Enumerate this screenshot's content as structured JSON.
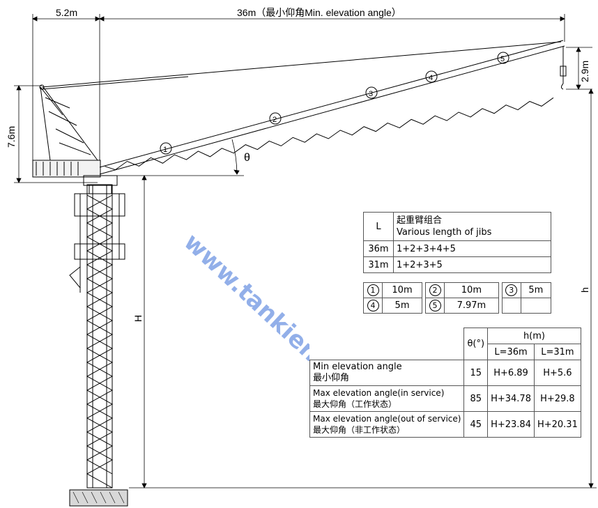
{
  "dimensions": {
    "left_span": "5.2m",
    "top_span": "36m（最小仰角Min. elevation angle）",
    "tower_top_height": "7.6m",
    "jib_tip_drop": "2.9m",
    "tower_height_symbol": "H",
    "hook_height_symbol": "h",
    "angle_symbol": "θ"
  },
  "jib_segment_markers": [
    "1",
    "2",
    "3",
    "4",
    "5"
  ],
  "watermark": "www.tankiensao.com",
  "jib_table": {
    "col1_header": "L",
    "col2_header_cn": "起重臂组合",
    "col2_header_en": "Various length of jibs",
    "rows": [
      {
        "length": "36m",
        "combo": "1+2+3+4+5"
      },
      {
        "length": "31m",
        "combo": "1+2+3+5"
      }
    ]
  },
  "segment_table": {
    "items": [
      {
        "num": "1",
        "length": "10m"
      },
      {
        "num": "2",
        "length": "10m"
      },
      {
        "num": "3",
        "length": "5m"
      },
      {
        "num": "4",
        "length": "5m"
      },
      {
        "num": "5",
        "length": "7.97m"
      }
    ]
  },
  "angle_table": {
    "theta_header": "θ(°)",
    "h_header": "h(m)",
    "l36_header": "L=36m",
    "l31_header": "L=31m",
    "rows": [
      {
        "en": "Min elevation angle",
        "cn": "最小仰角",
        "theta": "15",
        "h36": "H+6.89",
        "h31": "H+5.6"
      },
      {
        "en": "Max elevation angle(in service)",
        "cn": "最大仰角（工作状态）",
        "theta": "85",
        "h36": "H+34.78",
        "h31": "H+29.8"
      },
      {
        "en": "Max elevation angle(out of service)",
        "cn": "最大仰角（非工作状态）",
        "theta": "45",
        "h36": "H+23.84",
        "h31": "H+20.31"
      }
    ]
  }
}
